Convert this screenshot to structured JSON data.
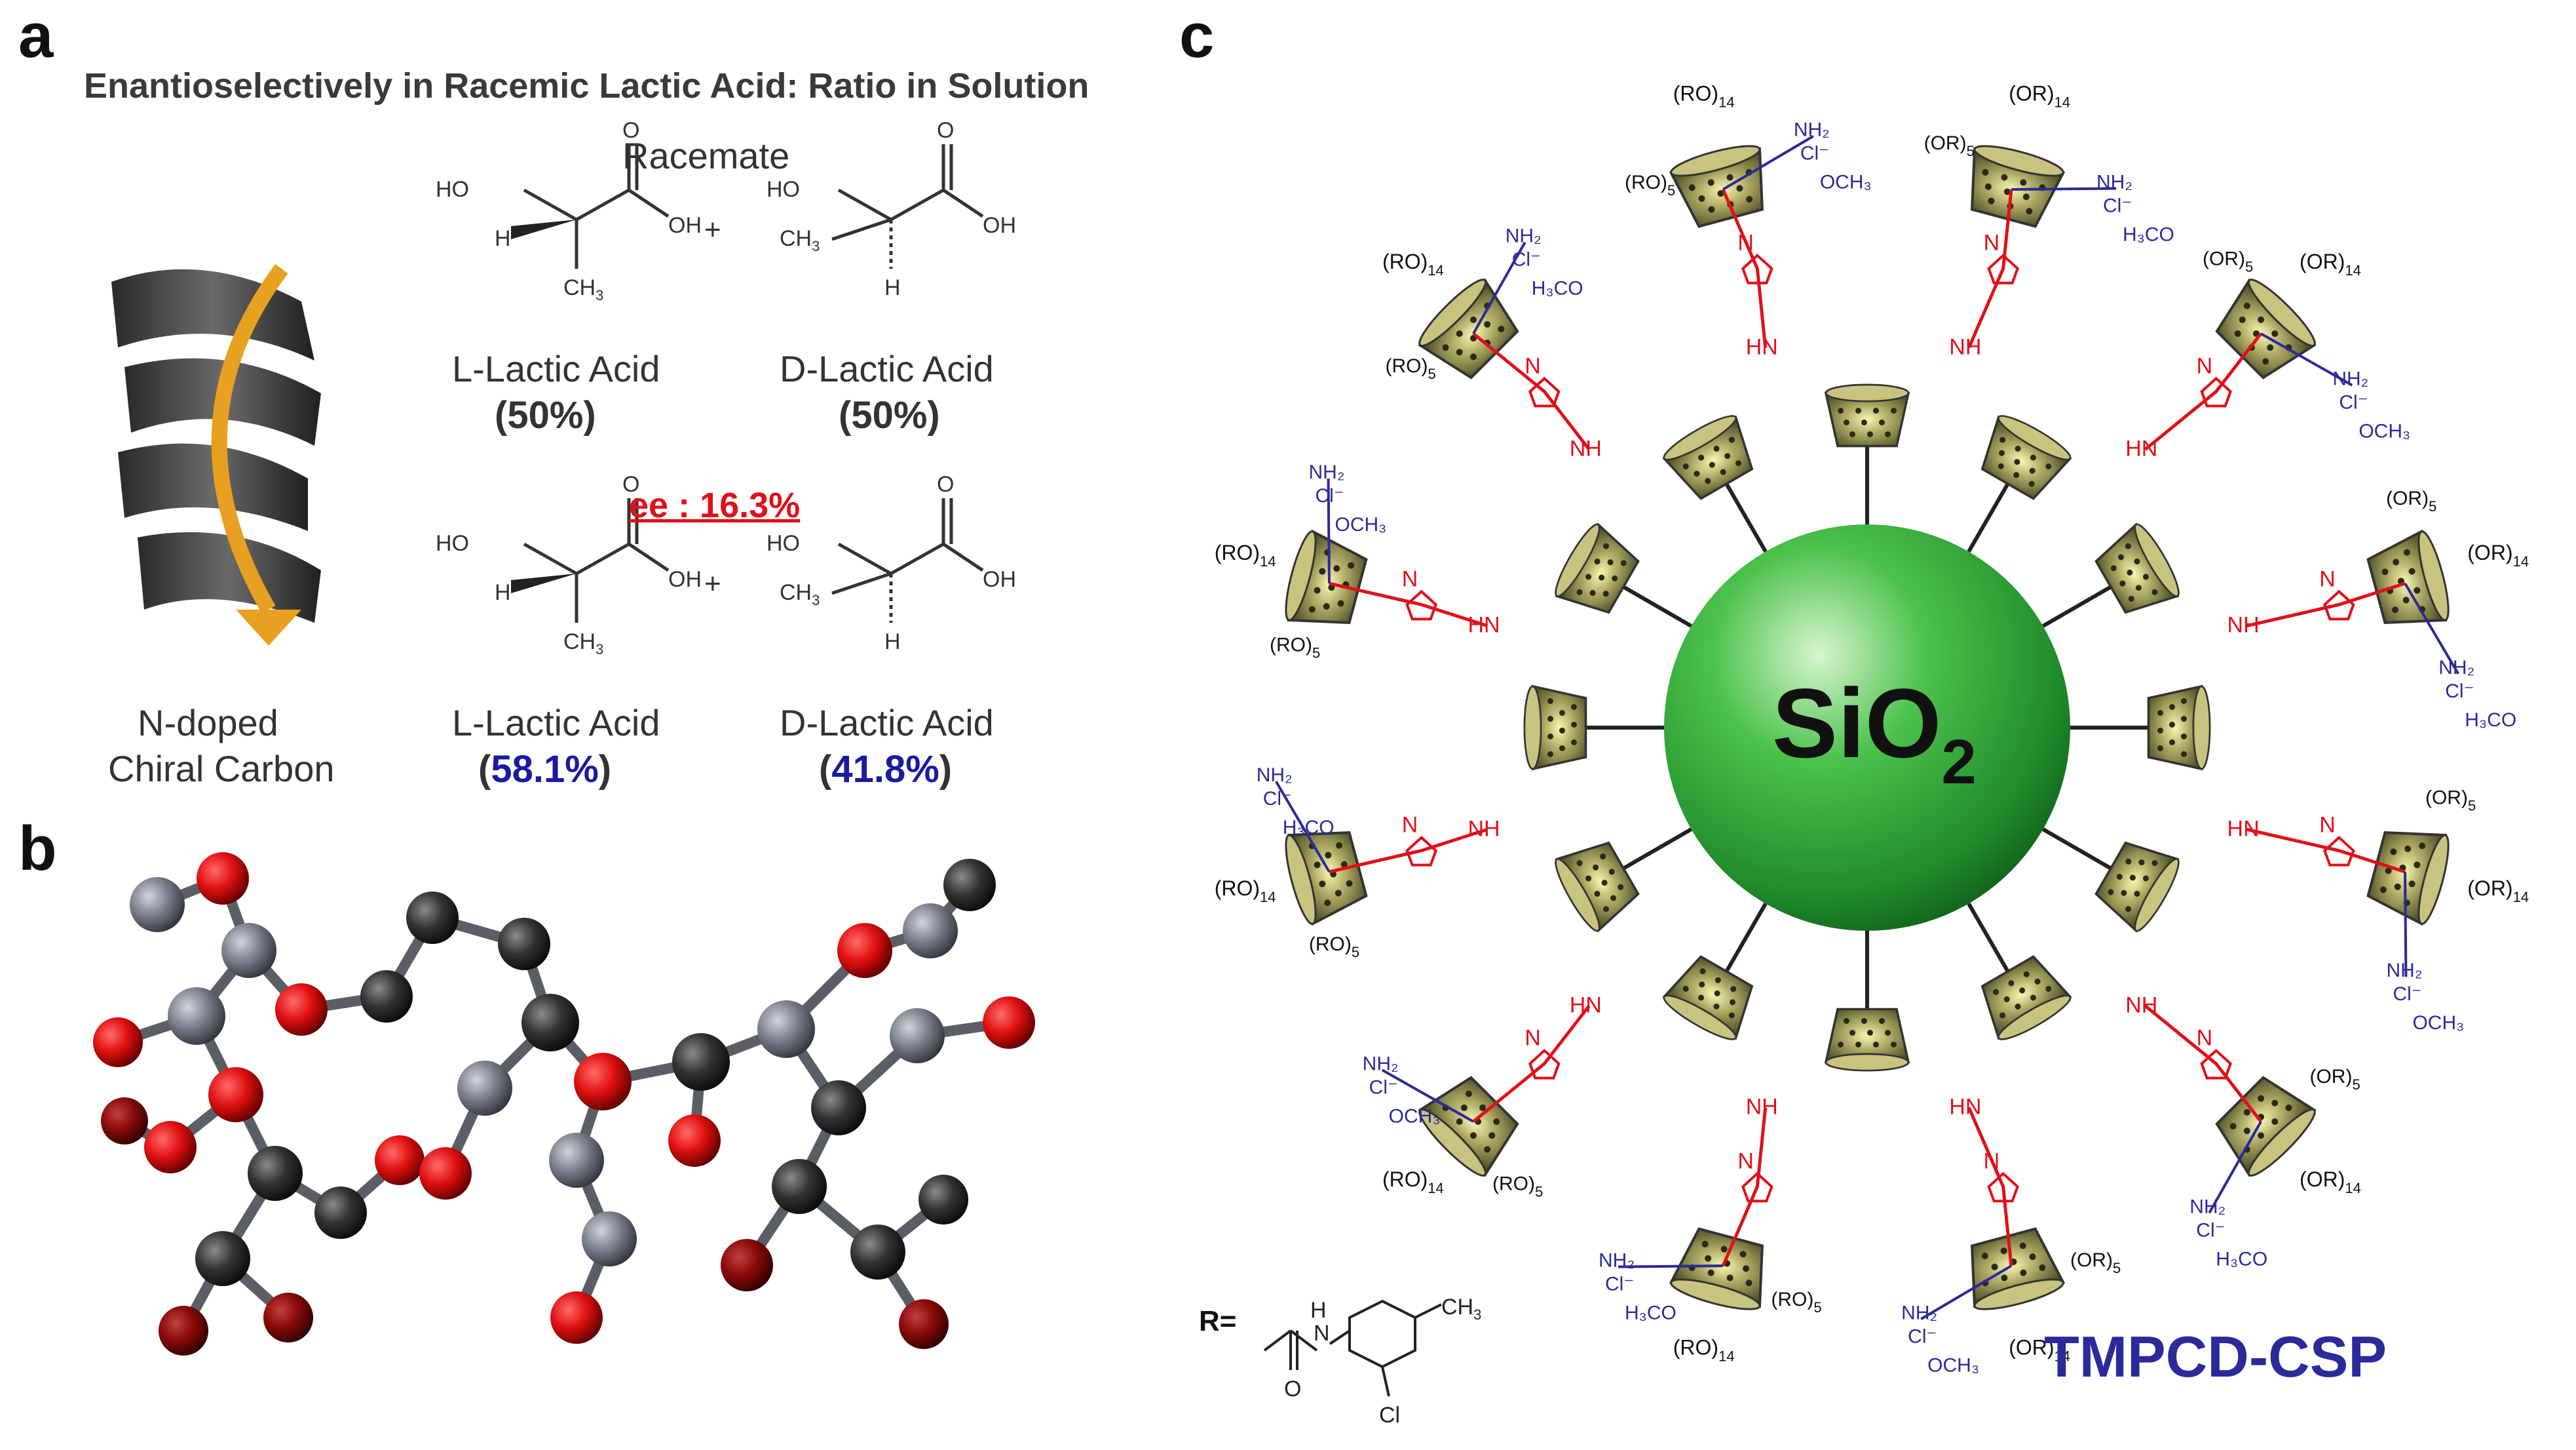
{
  "panels": {
    "a": {
      "letter": "a",
      "title": "Enantioselectively in Racemic Lactic Acid: Ratio in Solution",
      "racemate_label": "Racemate",
      "plus": "+",
      "material_label_line1": "N-doped",
      "material_label_line2": "Chiral Carbon",
      "top_left": {
        "name": "L-Lactic Acid",
        "percent": "50%"
      },
      "top_right": {
        "name": "D-Lactic Acid",
        "percent": "50%"
      },
      "ee_label": "ee : 16.3%",
      "bottom_left": {
        "name": "L-Lactic Acid",
        "percent": "58.1%"
      },
      "bottom_right": {
        "name": "D-Lactic Acid",
        "percent": "41.8%"
      },
      "atoms": {
        "ho": "HO",
        "oh": "OH",
        "o": "O",
        "h": "H",
        "ch3": "CH",
        "sub3": "3"
      }
    },
    "b": {
      "letter": "b"
    },
    "c": {
      "letter": "c",
      "core_label": "SiO",
      "core_sub": "2",
      "name": "TMPCD-CSP",
      "r_label": "R=",
      "r_atoms": {
        "h": "H",
        "n": "N",
        "o": "O",
        "ch3": "CH",
        "sub3": "3",
        "cl": "Cl"
      },
      "labels": {
        "ro14": "(RO)",
        "or14": "(OR)",
        "ro5": "(RO)",
        "or5": "(OR)",
        "sub14": "14",
        "sub5": "5",
        "nh": "NH",
        "hn": "HN",
        "h3co": "H₃CO",
        "och3": "OCH₃",
        "nh2cl": "NH₂",
        "cl": "Cl⁻",
        "n": "N"
      }
    }
  },
  "colors": {
    "red": "#e0101a",
    "blue": "#2a2a9a",
    "pct_blue": "#1a1aa0",
    "sphere": "#2fae3a",
    "cup": "#7a7a42",
    "arrow": "#e8a020"
  }
}
